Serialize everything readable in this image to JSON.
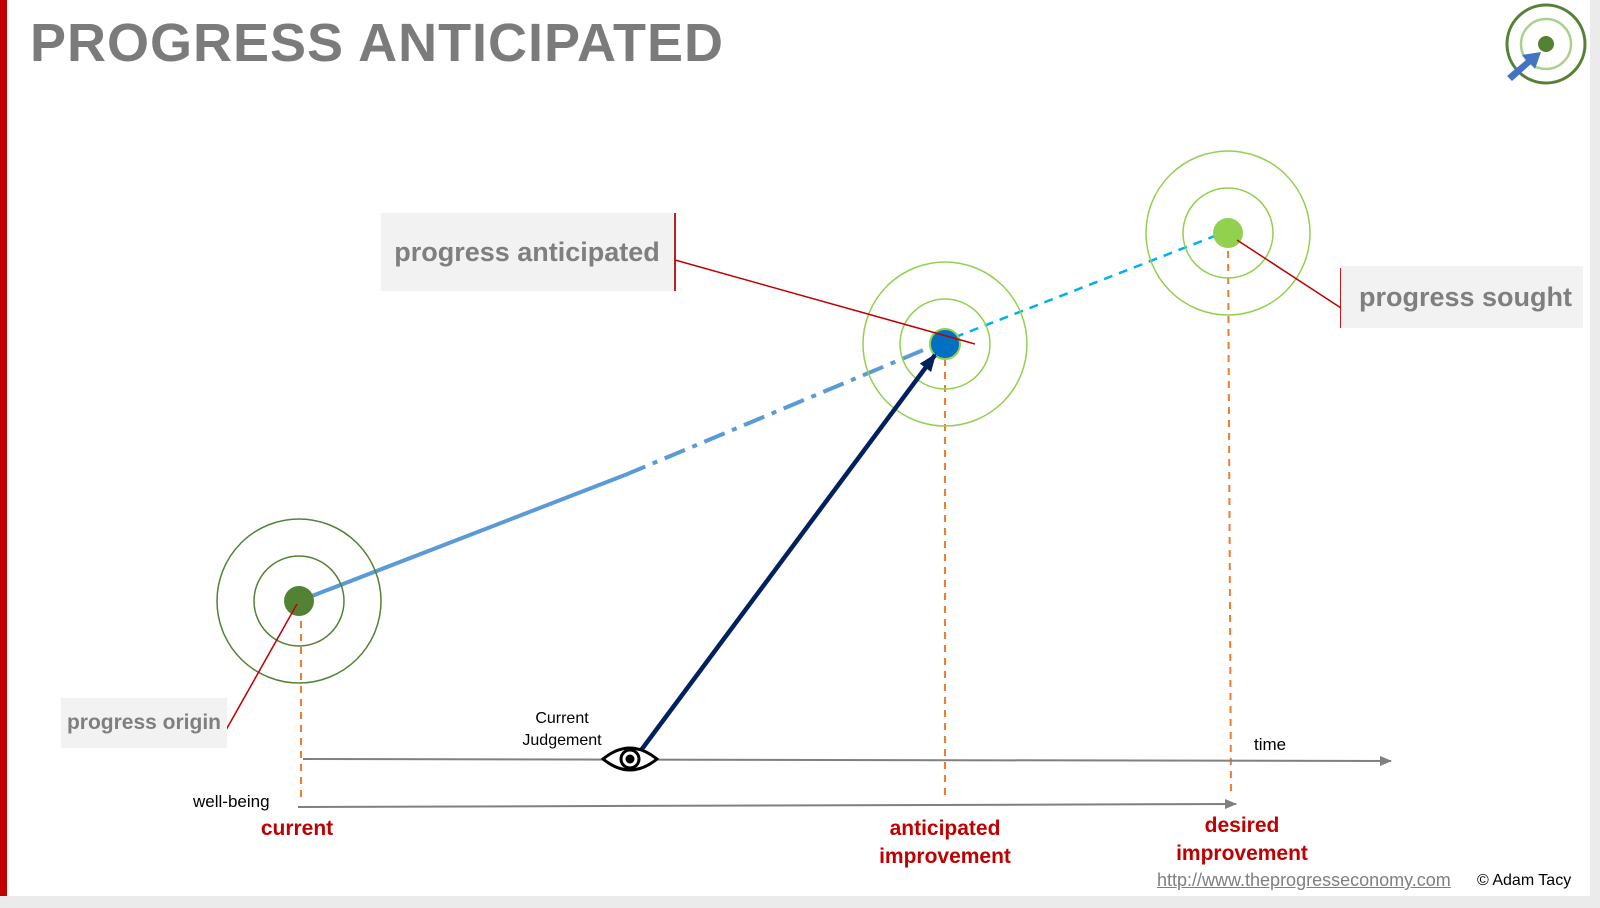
{
  "title": "PROGRESS ANTICIPATED",
  "callouts": {
    "anticipated": "progress anticipated",
    "sought": "progress sought",
    "origin": "progress origin"
  },
  "axes": {
    "time": "time",
    "wellbeing": "well-being"
  },
  "judgement": {
    "line1": "Current",
    "line2": "Judgement"
  },
  "markers": {
    "current": "current",
    "anticipated_line1": "anticipated",
    "anticipated_line2": "improvement",
    "desired_line1": "desired",
    "desired_line2": "improvement"
  },
  "footer": {
    "link": "http://www.theprogresseconomy.com",
    "copyright": "© Adam Tacy"
  },
  "colors": {
    "accent": "#c00000",
    "title": "#7b7b7b",
    "origin_point": "#548235",
    "anticipated_point": "#0070c0",
    "sought_point": "#92d050",
    "judgement_arrow": "#002060",
    "trajectory": "#5b9bd5",
    "projection": "#00b0f0",
    "guides": "#ed7d31"
  },
  "icons": [
    "target-logo-icon",
    "eye-icon"
  ]
}
